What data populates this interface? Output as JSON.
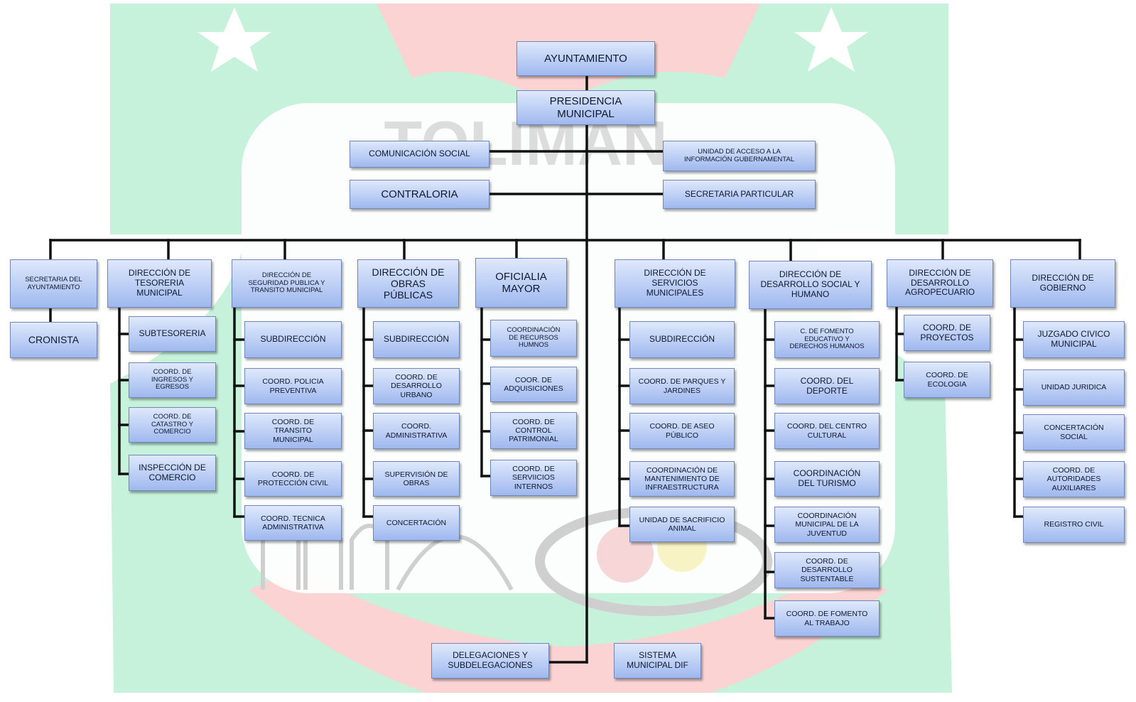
{
  "watermark": {
    "text": "TOLIMAN",
    "colors": {
      "green": "#c6f2dc",
      "red": "#fbd3d3",
      "star": "#ffffff",
      "gray": "#c9c9c9"
    }
  },
  "chart": {
    "line_color": "#111111",
    "box_color": "#c2d3f6",
    "top": {
      "ayuntamiento": "AYUNTAMIENTO",
      "presidencia": "PRESIDENCIA\nMUNICIPAL",
      "comunicacion": "COMUNICACIÓN SOCIAL",
      "unidad_acceso": "UNIDAD DE ACCESO A LA\nINFORMACIÓN GUBERNAMENTAL",
      "contraloria": "CONTRALORIA",
      "secretaria_particular": "SECRETARIA PARTICULAR"
    },
    "departments": [
      {
        "title": "SECRETARIA DEL\nAYUNTAMIENTO",
        "children": [
          "CRONISTA"
        ]
      },
      {
        "title": "DIRECCIÓN DE\nTESORERIA\nMUNICIPAL",
        "children": [
          "SUBTESORERIA",
          "COORD. DE\nINGRESOS Y\nEGRESOS",
          "COORD. DE\nCATASTRO Y\nCOMERCIO",
          "INSPECCIÓN DE\nCOMERCIO"
        ]
      },
      {
        "title": "DIRECCIÓN DE\nSEGURIDAD PUBLICA Y\nTRANSITO MUNICIPAL",
        "children": [
          "SUBDIRECCIÓN",
          "COORD. POLICIA\nPREVENTIVA",
          "COORD. DE\nTRANSITO\nMUNICIPAL",
          "COORD. DE\nPROTECCIÓN CIVIL",
          "COORD. TECNICA\nADMINISTRATIVA"
        ]
      },
      {
        "title": "DIRECCIÓN DE\nOBRAS\nPÚBLICAS",
        "children": [
          "SUBDIRECCIÓN",
          "COORD. DE\nDESARROLLO\nURBANO",
          "COORD.\nADMINISTRATIVA",
          "SUPERVISIÓN DE\nOBRAS",
          "CONCERTACIÓN"
        ]
      },
      {
        "title": "OFICIALIA\nMAYOR",
        "children": [
          "COORDINACIÓN\nDE RECURSOS\nHUMNOS",
          "COOR. DE\nADQUISICIONES",
          "COORD. DE\nCONTROL\nPATRIMONIAL",
          "COORD. DE\nSERVIICIOS\nINTERNOS"
        ]
      },
      {
        "title": "DIRECCIÓN DE\nSERVICIOS\nMUNICIPALES",
        "children": [
          "SUBDIRECCIÓN",
          "COORD. DE PARQUES Y\nJARDINES",
          "COORD. DE ASEO\nPÚBLICO",
          "COORDINACIÓN DE\nMANTENIMIENTO DE\nINFRAESTRUCTURA",
          "UNIDAD DE SACRIFICIO\nANIMAL"
        ]
      },
      {
        "title": "DIRECCIÓN DE\nDESARROLLO SOCIAL Y\nHUMANO",
        "children": [
          "C. DE FOMENTO\nEDUCATIVO Y\nDERECHOS HUMANOS",
          "COORD. DEL\nDEPORTE",
          "COORD. DEL CENTRO\nCULTURAL",
          "COORDINACIÓN\nDEL TURISMO",
          "COORDINACIÓN\nMUNICIPAL DE LA\nJUVENTUD",
          "COORD. DE\nDESARROLLO\nSUSTENTABLE",
          "COORD. DE FOMENTO\nAL TRABAJO"
        ]
      },
      {
        "title": "DIRECCIÓN DE\nDESARROLLO\nAGROPECUARIO",
        "children": [
          "COORD. DE\nPROYECTOS",
          "COORD. DE\nECOLOGIA"
        ]
      },
      {
        "title": "DIRECCIÓN DE\nGOBIERNO",
        "children": [
          "JUZGADO CIVICO\nMUNICIPAL",
          "UNIDAD JURIDICA",
          "CONCERTACIÓN\nSOCIAL",
          "COORD. DE\nAUTORIDADES\nAUXILIARES",
          "REGISTRO CIVIL"
        ]
      }
    ],
    "bottom": {
      "delegaciones": "DELEGACIONES Y\nSUBDELEGACIONES",
      "dif": "SISTEMA\nMUNICIPAL DIF"
    }
  }
}
